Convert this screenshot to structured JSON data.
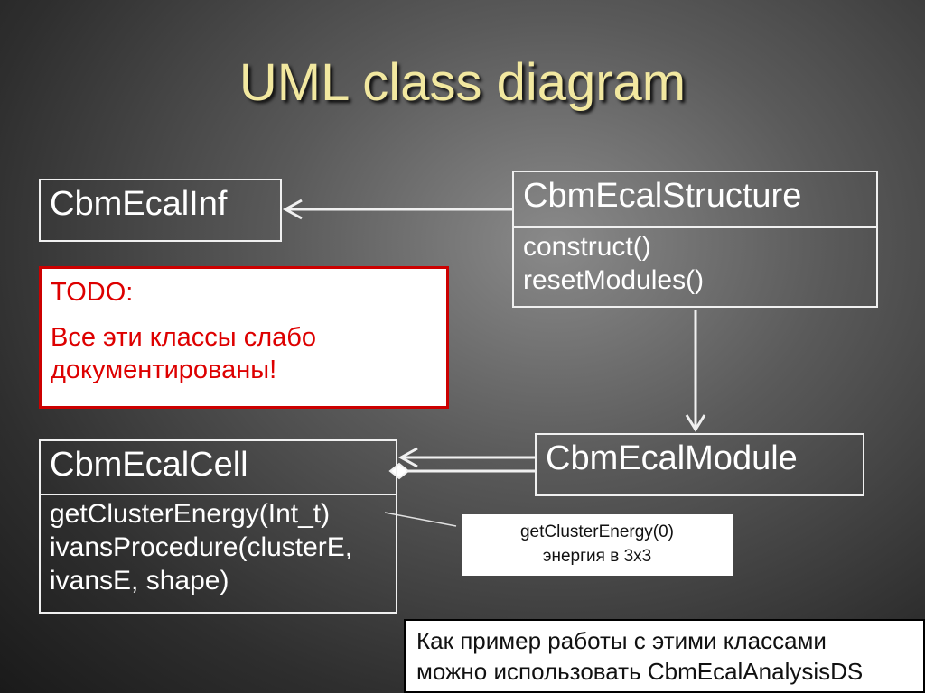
{
  "title": "UML class diagram",
  "classes": {
    "inf": {
      "name": "CbmEcalInf"
    },
    "structure": {
      "name": "CbmEcalStructure",
      "methods": [
        "construct()",
        "resetModules()"
      ]
    },
    "module": {
      "name": "CbmEcalModule"
    },
    "cell": {
      "name": "CbmEcalCell",
      "methods": [
        "getClusterEnergy(Int_t)",
        "ivansProcedure(clusterE,",
        "ivansE, shape)"
      ]
    }
  },
  "todo": {
    "heading": "TODO:",
    "text_line1": "Все эти классы слабо",
    "text_line2": "документированы!",
    "border_color": "#cc0000",
    "text_color": "#dd0000"
  },
  "note": {
    "line1": "getClusterEnergy(0)",
    "line2": "энергия в 3x3"
  },
  "example": {
    "line1": "Как пример работы с этими классами",
    "line2": "можно использовать CbmEcalAnalysisDS"
  },
  "colors": {
    "title": "#f2e8a0",
    "lines": "#f0f0f0",
    "background": "#3a3a3a"
  }
}
